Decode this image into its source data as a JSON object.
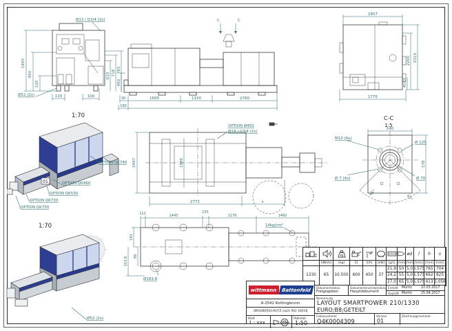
{
  "colors": {
    "annotation": "#2e6f74",
    "geometry": "#2b2b2b",
    "brand_red": "#cf1f2e",
    "brand_blue": "#1d3d8f",
    "machine_navy": "#273a8f"
  },
  "views": {
    "end": {
      "scale": "1:70",
      "d1493": "1493",
      "d950": "950",
      "d120": "120",
      "d110": "110",
      "d100": "100",
      "d633": "633",
      "d718": "718",
      "d783": "783",
      "label_top": "Ø13 / G3/4 (2x)",
      "label_bottom": "Ø52 (2x)"
    },
    "side": {
      "d450": "450",
      "d30": "30",
      "d1605": "1605",
      "d1150": "1150",
      "d2760": "2760",
      "d180": "180",
      "c": "C"
    },
    "top": {
      "d1657": "1657",
      "d1775": "1775",
      "d2200": "2200",
      "d2319": "2319",
      "d4555": "45-55"
    },
    "iso1": {
      "tag": "01",
      "options": [
        "OPTION QK740",
        "OPTION QK460",
        "OPTION QK530",
        "OPTION QK730",
        "OPTION QK750"
      ]
    },
    "plan": {
      "d2447": "2447",
      "d1995": "1995",
      "d2772": "2772",
      "ds": "s",
      "opt1": "OPTION Ø450",
      "opt2": "Ø19 / G3/4 (2x)"
    },
    "cc": {
      "title": "C-C",
      "scale": "1:5",
      "d140": "140",
      "d178": "178",
      "a1": "45°",
      "a2": "45°",
      "m10": "M10 (4x)",
      "d125": "Ø 125",
      "d7": "Ø 7 (4x)",
      "d70": "Ø 70"
    },
    "iso2": {
      "scale": "1:70",
      "label": "Ø52 (2x)"
    },
    "fnd": {
      "d112": "112",
      "d1445": "1445",
      "d155": "155",
      "d1178": "1178",
      "d1460": "1460",
      "d191": "191",
      "d99": "99",
      "d1538": "153.8",
      "dia": "Ø183.8",
      "press": "14kg/cm²"
    }
  },
  "spec": {
    "units": [
      "",
      "[dB(A)]",
      "[kg]",
      "[l]",
      "[l/h]",
      "[kW]",
      "[g/s]",
      "[mm]",
      "[mm]",
      "[mm]",
      "[mm]",
      "[mm]"
    ],
    "h_od": "ød",
    "h_l": "l",
    "h_h": "h",
    "h_s": "s",
    "singles": [
      "1330",
      "65",
      "10.500",
      "600",
      "450",
      "37"
    ],
    "rows": [
      [
        "21,9",
        "50",
        "5,0",
        "5.575",
        "765",
        "704"
      ],
      [
        "24,2",
        "55",
        "5,0",
        "5.575",
        "692",
        "825"
      ],
      [
        "27,0",
        "65",
        "5,0",
        "5.575",
        "413",
        "1.056"
      ]
    ]
  },
  "tb": {
    "brand1": "wittmann",
    "brand2": "Battenfeld",
    "address": "A-2542 Kottingbrunn",
    "copyright": "URHEBERSCHUTZ nach ISO 16016",
    "l_status": "Dokumentstatus",
    "v_status": "Freigegeben",
    "l_use": "Dokumentenverwendung",
    "v_use": "Hauptdokument",
    "l_created": "Erstellt",
    "v_created": "Moritz",
    "d_created": "22.03.2017",
    "l_checked": "Geprüft",
    "v_checked": "Moritz",
    "d_checked": "25.04.2017",
    "l_name": "Benennung",
    "name1": "LAYOUT SMARTPOWER 210/1330",
    "name2": "EURO;B8;GETEILT",
    "l_sheet": "Blatt",
    "v_sheet": "1 - xxx",
    "l_scale": "Maßstab",
    "v_scale": "1:50",
    "l_foil": "Foliennummer",
    "v_foil": "Q4K0004309",
    "l_version": "Version",
    "v_version": "01",
    "l_dwg": "Zeichnungsnummer"
  }
}
